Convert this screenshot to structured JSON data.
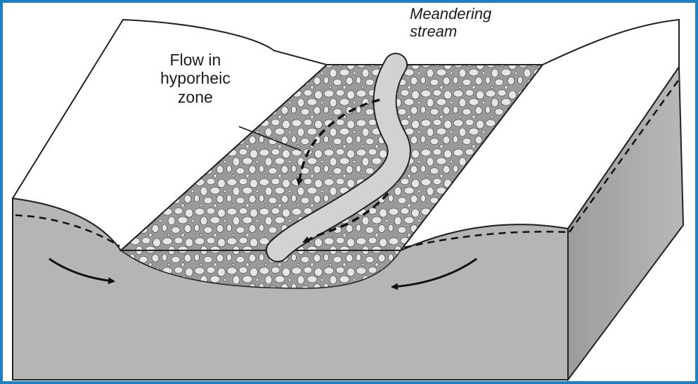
{
  "figure": {
    "labels": {
      "flow_line1": "Flow in",
      "flow_line2": "hyporheic",
      "flow_line3": "zone",
      "stream_line1": "Meandering",
      "stream_line2": "stream"
    },
    "colors": {
      "block_side": "#a9a9a9",
      "block_front": "#b5b5b5",
      "top_surface": "#ffffff",
      "gravel_bed": "#9a9a9a",
      "pebble": "#e6e6e6",
      "stream": "#d2d2d2",
      "frame_border": "#1f7fbf",
      "ink": "#1c1c1c"
    },
    "icons": [
      "dashed-flowpath",
      "curved-arrow"
    ]
  }
}
